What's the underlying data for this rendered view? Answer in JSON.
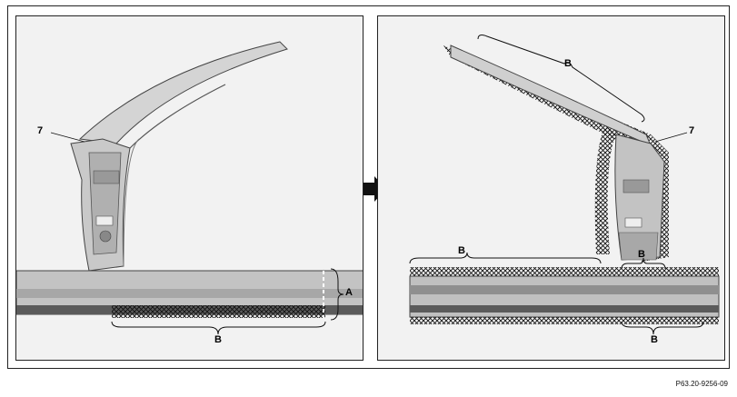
{
  "figure": {
    "left_panel": {
      "callout_number": "7",
      "label_A": "A",
      "label_B": "B"
    },
    "right_panel": {
      "callout_number": "7",
      "label_B_top": "B",
      "label_B_left": "B",
      "label_B_center": "B",
      "label_B_bottom": "B"
    },
    "arrow": "right-arrow-icon"
  },
  "footer": {
    "code": "P63.20-9256-09"
  },
  "colors": {
    "panel_bg": "#f2f2f2",
    "metal_light": "#d8d8d8",
    "metal_mid": "#b5b5b5",
    "metal_dark": "#6c6c6c",
    "line": "#222222"
  }
}
